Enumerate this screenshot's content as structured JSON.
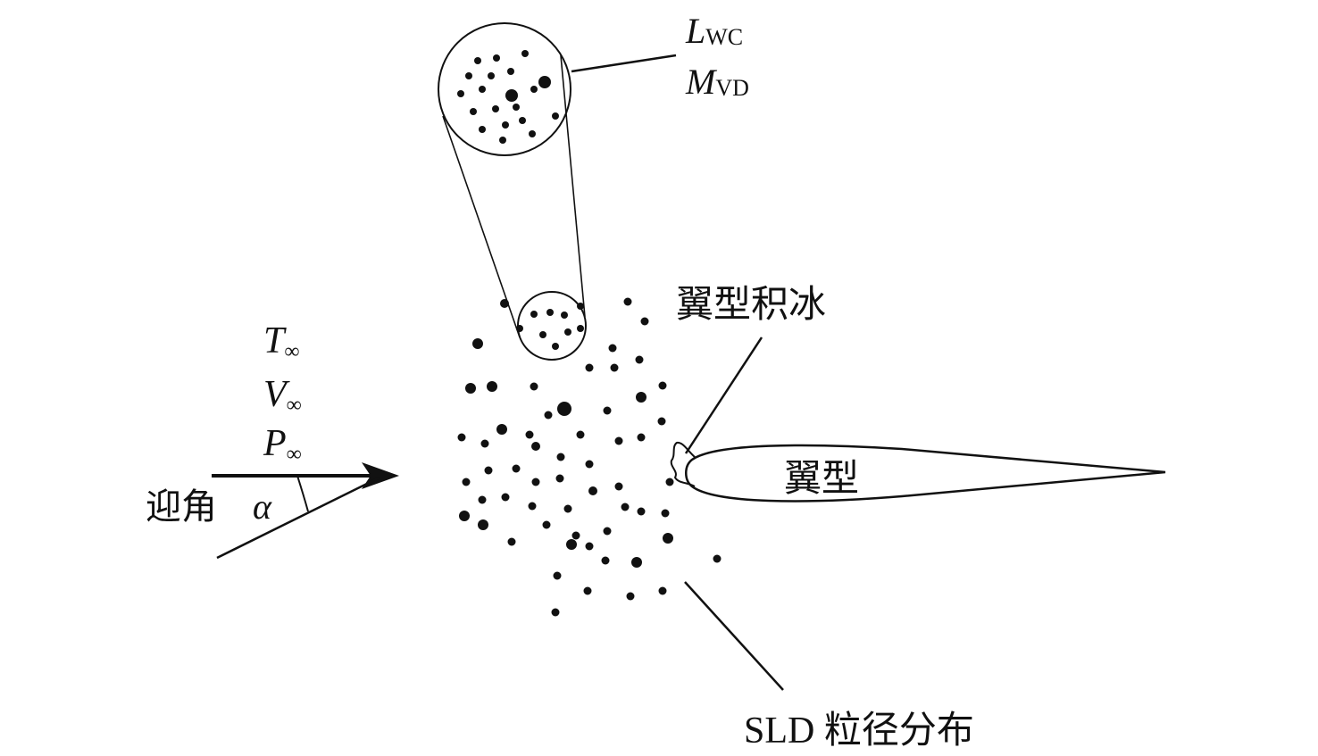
{
  "labels": {
    "lwc_main": "L",
    "lwc_sub": "WC",
    "mvd_main": "M",
    "mvd_sub": "VD",
    "t_main": "T",
    "v_main": "V",
    "p_main": "P",
    "infinity": "∞",
    "aoa_text": "迎角",
    "aoa_symbol": "α",
    "ice_label": "翼型积冰",
    "airfoil_label": "翼型",
    "sld_label": "SLD 粒径分布"
  },
  "colors": {
    "ink": "#111111",
    "background": "#ffffff"
  }
}
